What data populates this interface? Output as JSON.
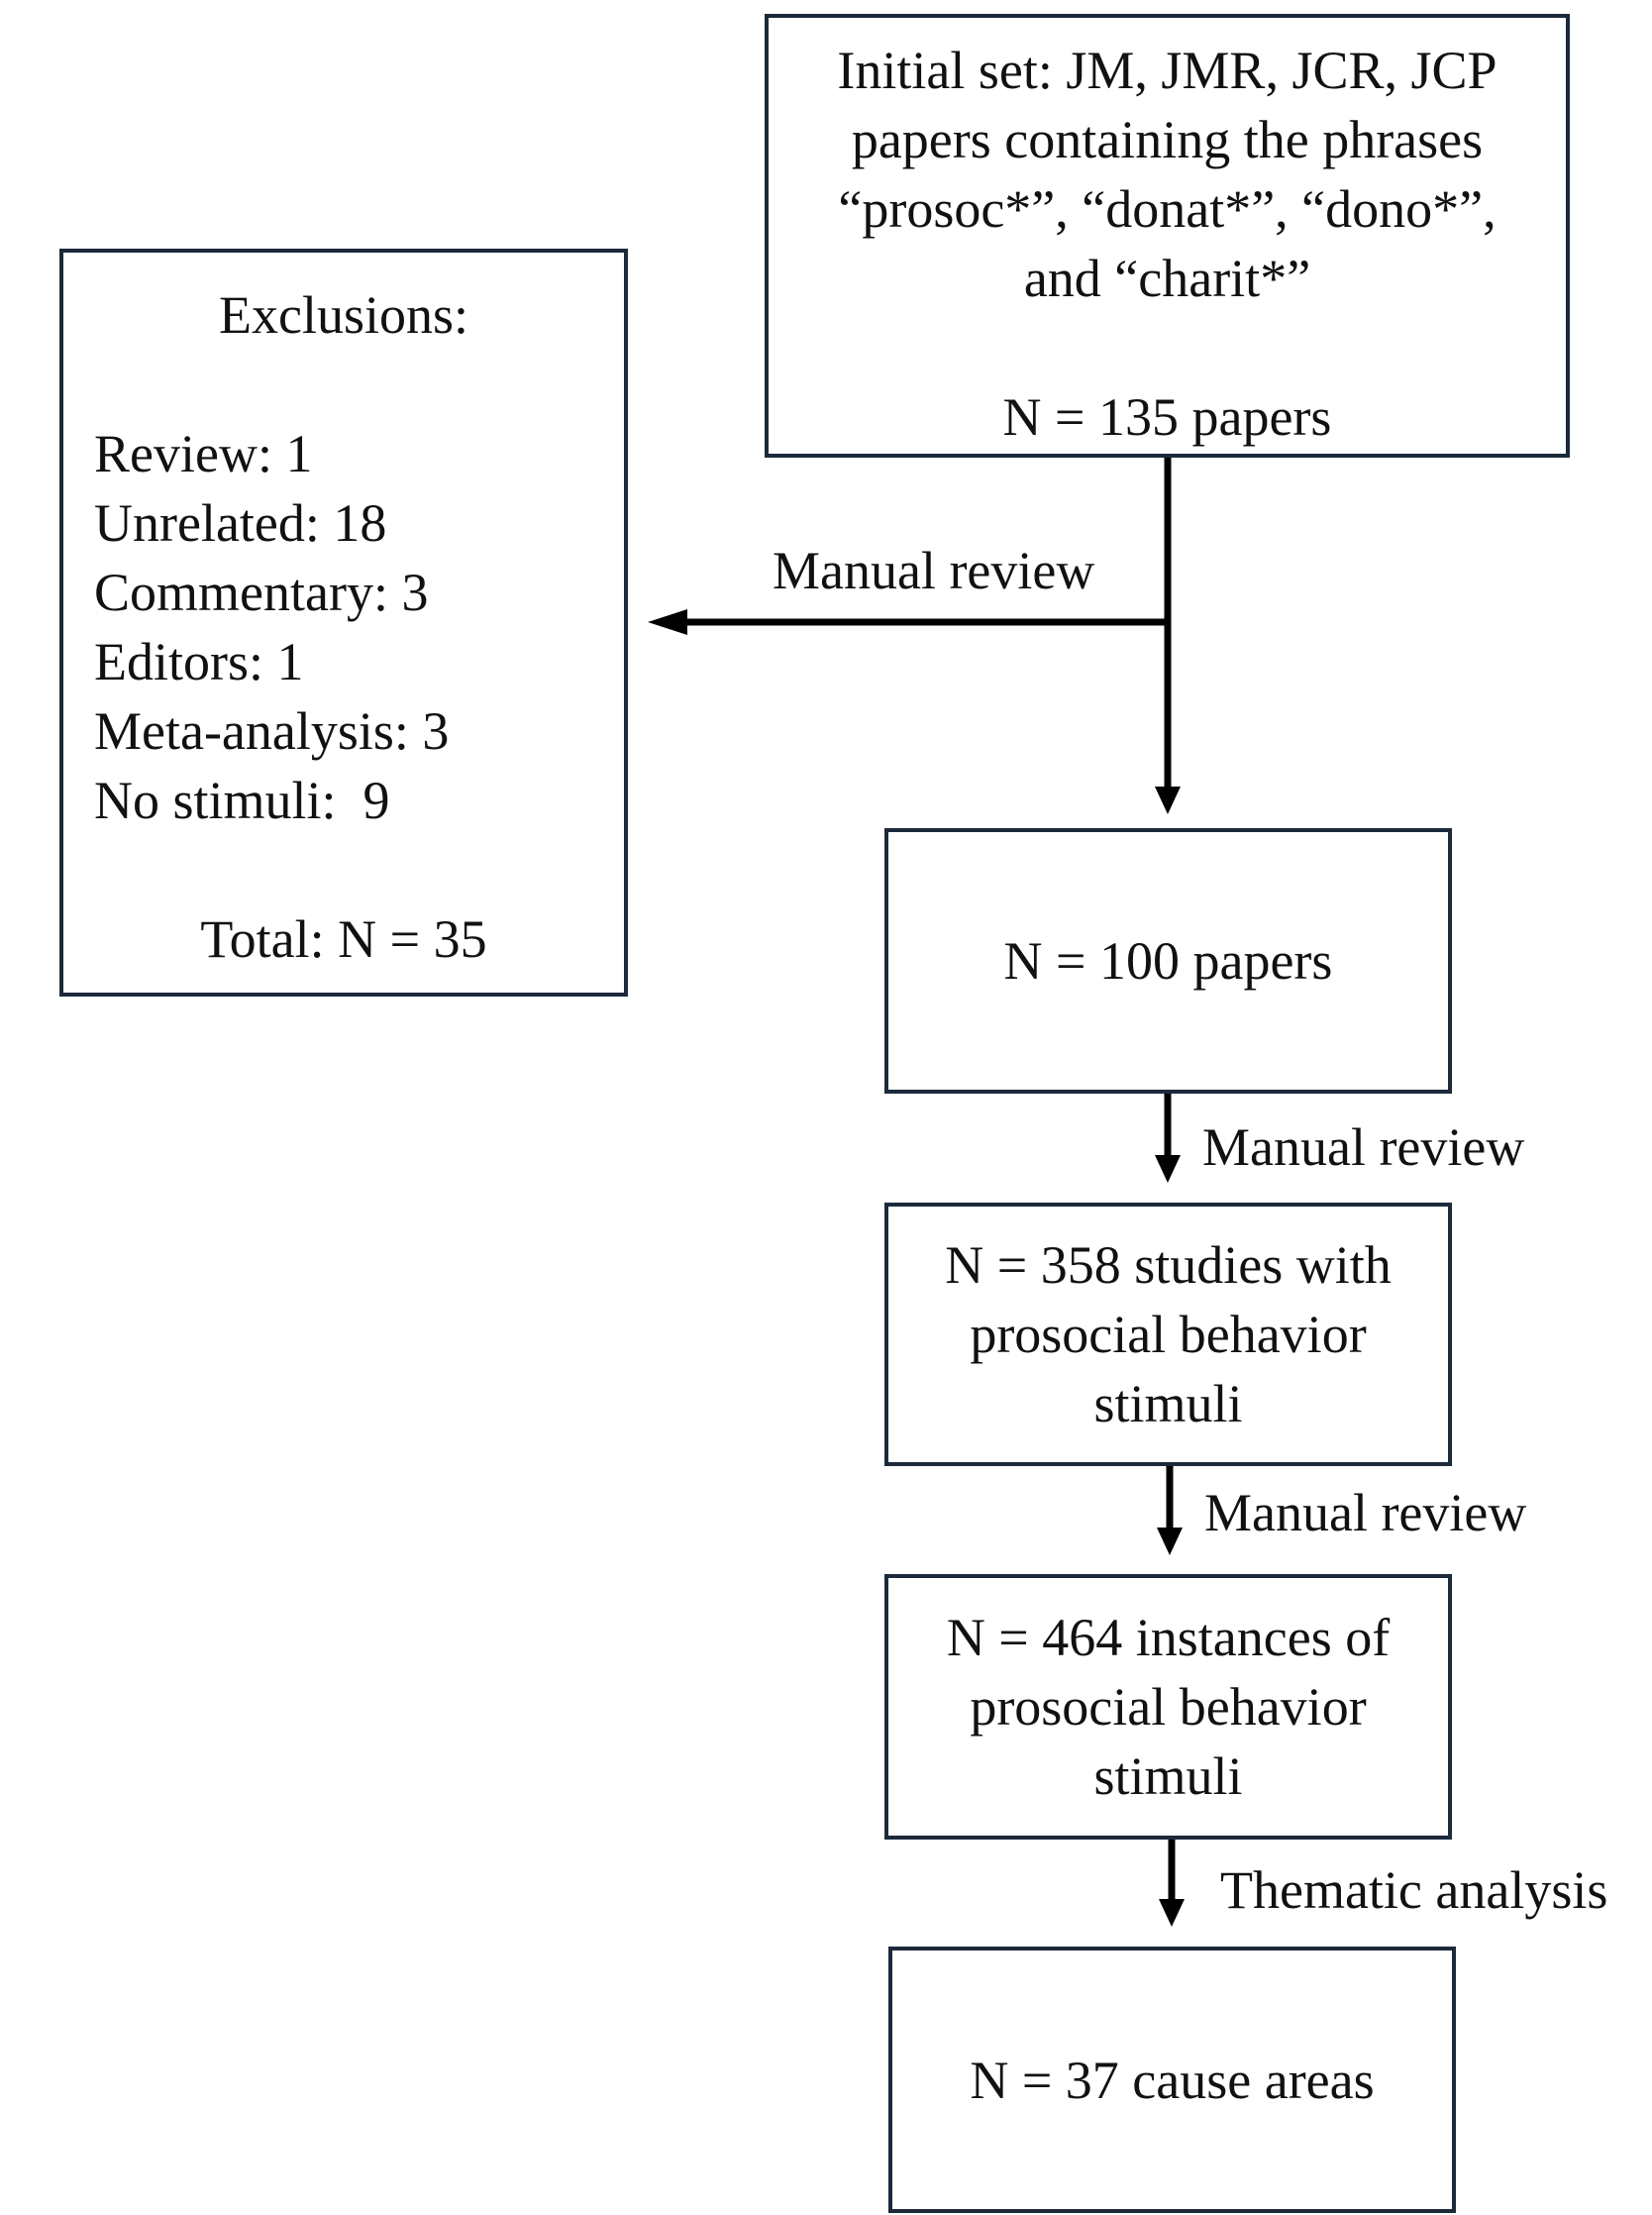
{
  "initial_box": {
    "lines": [
      "Initial set: JM, JMR, JCR, JCP",
      "papers containing the phrases",
      "“prosoc*”, “donat*”, “dono*”,",
      "and “charit*”"
    ],
    "count": "N = 135 papers"
  },
  "exclusions_box": {
    "title": "Exclusions:",
    "items": [
      "Review: 1",
      "Unrelated: 18",
      "Commentary: 3",
      "Editors: 1",
      "Meta-analysis: 3",
      "No stimuli:  9"
    ],
    "total": "Total: N = 35"
  },
  "papers_box": {
    "text": "N = 100 papers"
  },
  "studies_box": {
    "lines": [
      "N = 358 studies with",
      "prosocial behavior",
      "stimuli"
    ]
  },
  "instances_box": {
    "lines": [
      "N = 464 instances of",
      "prosocial behavior",
      "stimuli"
    ]
  },
  "causes_box": {
    "text": "N = 37 cause areas"
  },
  "arrow_labels": {
    "exclusion": "Manual review",
    "step1": "Manual review",
    "step2": "Manual review",
    "step3": "Thematic analysis"
  }
}
